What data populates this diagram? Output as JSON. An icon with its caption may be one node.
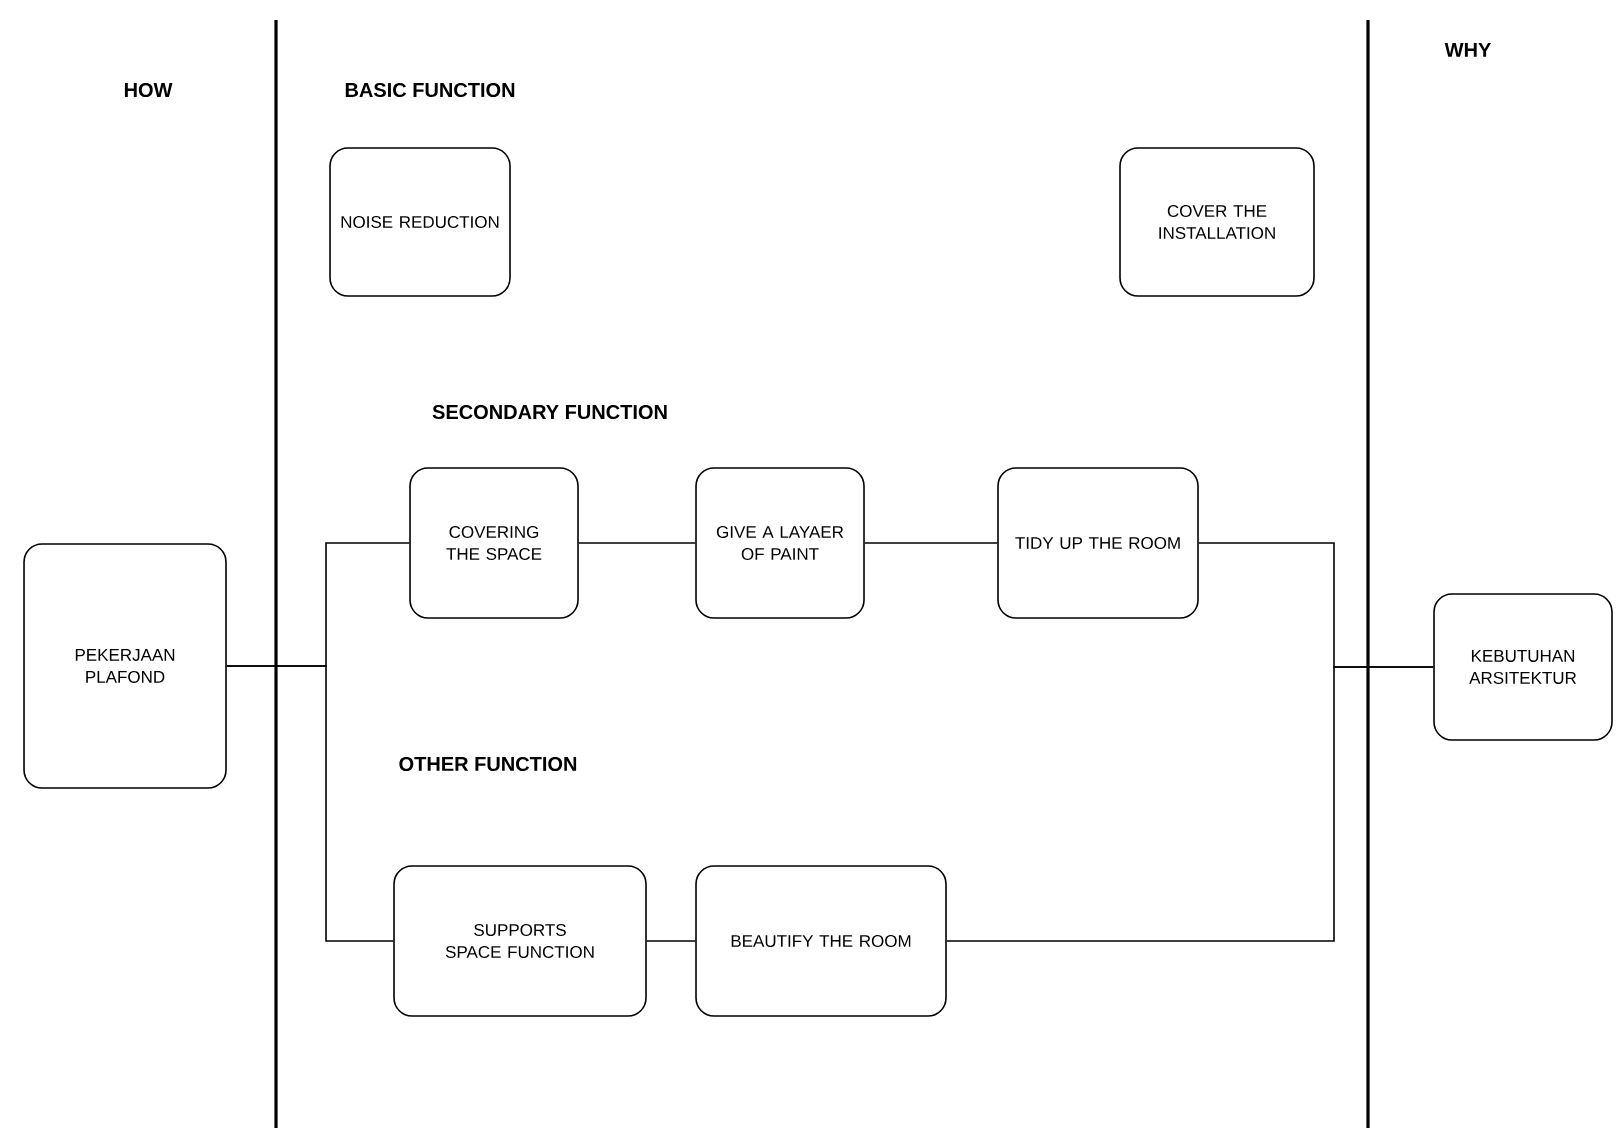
{
  "diagram": {
    "nodes": [
      {
        "text": [
          "PEKERJAAN PLAFOND"
        ]
      },
      {
        "text": [
          "NOISE REDUCTION"
        ]
      },
      {
        "text": [
          "COVER THE INSTALLATION"
        ]
      },
      {
        "text": [
          "COVERING THE SPACE"
        ]
      },
      {
        "text": [
          "GIVE A LAYAER OF PAINT"
        ]
      },
      {
        "text": [
          "TIDY UP THE ROOM"
        ]
      },
      {
        "text": [
          "SUPPORTS SPACE FUNCTION"
        ]
      },
      {
        "text": [
          "BEAUTIFY THE ROOM"
        ]
      },
      {
        "text": [
          "KEBUTUHAN ARSITEKTUR"
        ]
      }
    ],
    "edges": [
      {
        "from": 0,
        "to": 3,
        "arrow": "none"
      },
      {
        "from": 0,
        "to": 6,
        "arrow": "none"
      },
      {
        "from": 3,
        "to": 4,
        "arrow": "none"
      },
      {
        "from": 4,
        "to": 5,
        "arrow": "none"
      },
      {
        "from": 6,
        "to": 7,
        "arrow": "none"
      },
      {
        "from": 5,
        "to": 8,
        "arrow": "none"
      },
      {
        "from": 7,
        "to": 8,
        "arrow": "none"
      }
    ],
    "labels": [
      "WHY",
      "HOW",
      "BASIC FUNCTION",
      "SECONDARY FUNCTION",
      "OTHER FUNCTION"
    ]
  }
}
